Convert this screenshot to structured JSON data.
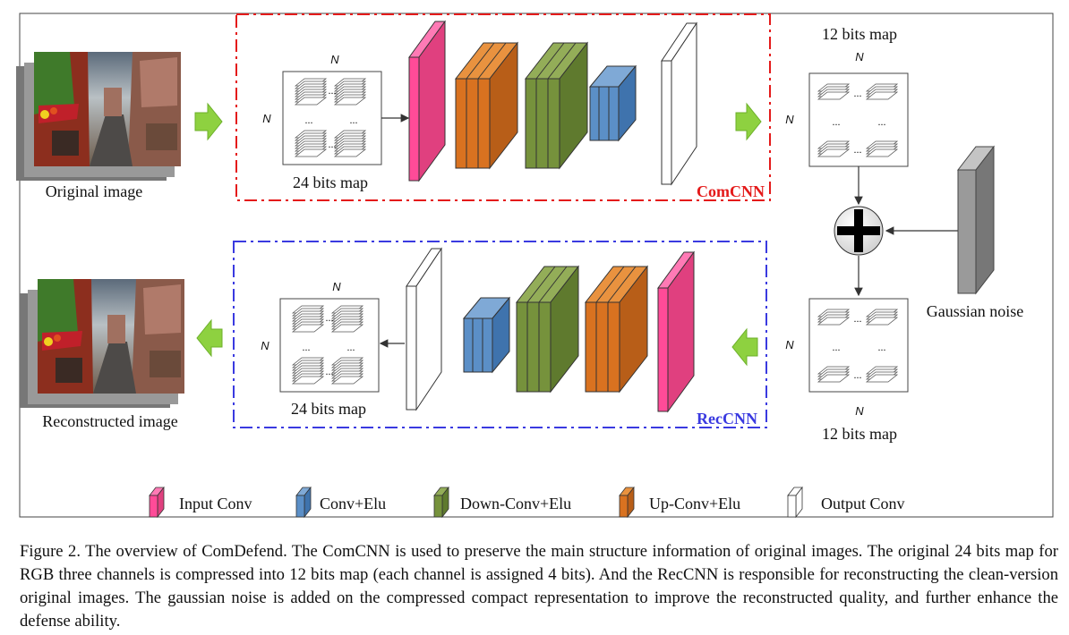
{
  "figure": {
    "original_image_label": "Original image",
    "reconstructed_image_label": "Reconstructed image",
    "comcnn_label": "ComCNN",
    "reccnn_label": "RecCNN",
    "gaussian_noise_label": "Gaussian noise",
    "bits24_label": "24 bits map",
    "bits12_label": "12 bits map",
    "dim_label": "N",
    "ellipsis": "...",
    "colors": {
      "input_conv": "#ff4b98",
      "conv_elu": "#5b8fc7",
      "down_conv_elu": "#76923c",
      "up_conv_elu": "#d97220",
      "output_conv": "#ffffff",
      "arrow_green": "#8ed140",
      "comcnn_border": "#e41a1a",
      "reccnn_border": "#3a3ae0",
      "noise_gray": "#9a9a9a"
    }
  },
  "legend": [
    {
      "label": "Input Conv",
      "color": "#ff4b98"
    },
    {
      "label": "Conv+Elu",
      "color": "#5b8fc7"
    },
    {
      "label": "Down-Conv+Elu",
      "color": "#76923c"
    },
    {
      "label": "Up-Conv+Elu",
      "color": "#d97220"
    },
    {
      "label": "Output Conv",
      "color": "#ffffff"
    }
  ],
  "caption": "Figure 2. The overview of ComDefend. The ComCNN is used to preserve the main structure information of original images. The original 24 bits map for RGB three channels is compressed into 12 bits map (each channel is assigned 4 bits). And the RecCNN is responsible for reconstructing the clean-version original images. The gaussian noise is added on the compressed compact representation to improve the reconstructed quality, and further enhance the defense ability."
}
